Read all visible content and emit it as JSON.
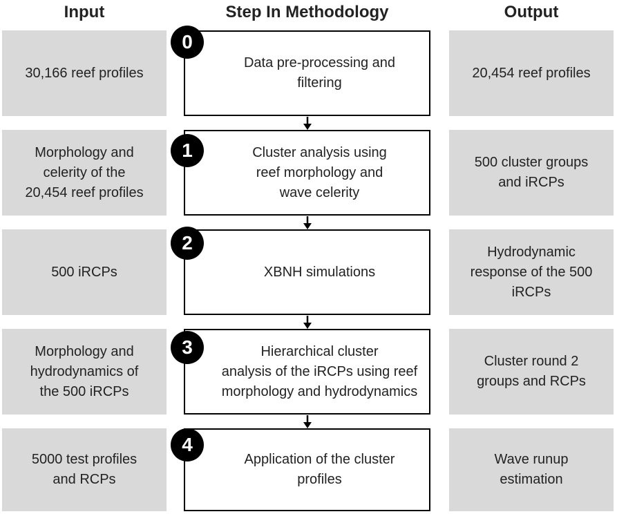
{
  "headers": {
    "input": "Input",
    "step": "Step In Methodology",
    "output": "Output"
  },
  "steps": [
    {
      "number": "0",
      "input": "30,166 reef profiles",
      "step": "Data pre-processing and\nfiltering",
      "output": "20,454 reef profiles"
    },
    {
      "number": "1",
      "input": "Morphology and\ncelerity of the\n20,454 reef profiles",
      "step": "Cluster analysis using\nreef morphology and\nwave celerity",
      "output": "500 cluster groups\nand iRCPs"
    },
    {
      "number": "2",
      "input": "500 iRCPs",
      "step": "XBNH simulations",
      "output": "Hydrodynamic\nresponse of the 500\niRCPs"
    },
    {
      "number": "3",
      "input": "Morphology and\nhydrodynamics of\nthe 500 iRCPs",
      "step": "Hierarchical cluster\nanalysis of the iRCPs using reef\nmorphology and hydrodynamics",
      "output": "Cluster round 2\ngroups and RCPs"
    },
    {
      "number": "4",
      "input": "5000 test profiles\nand RCPs",
      "step": "Application of the cluster\nprofiles",
      "output": "Wave runup\nestimation"
    }
  ]
}
